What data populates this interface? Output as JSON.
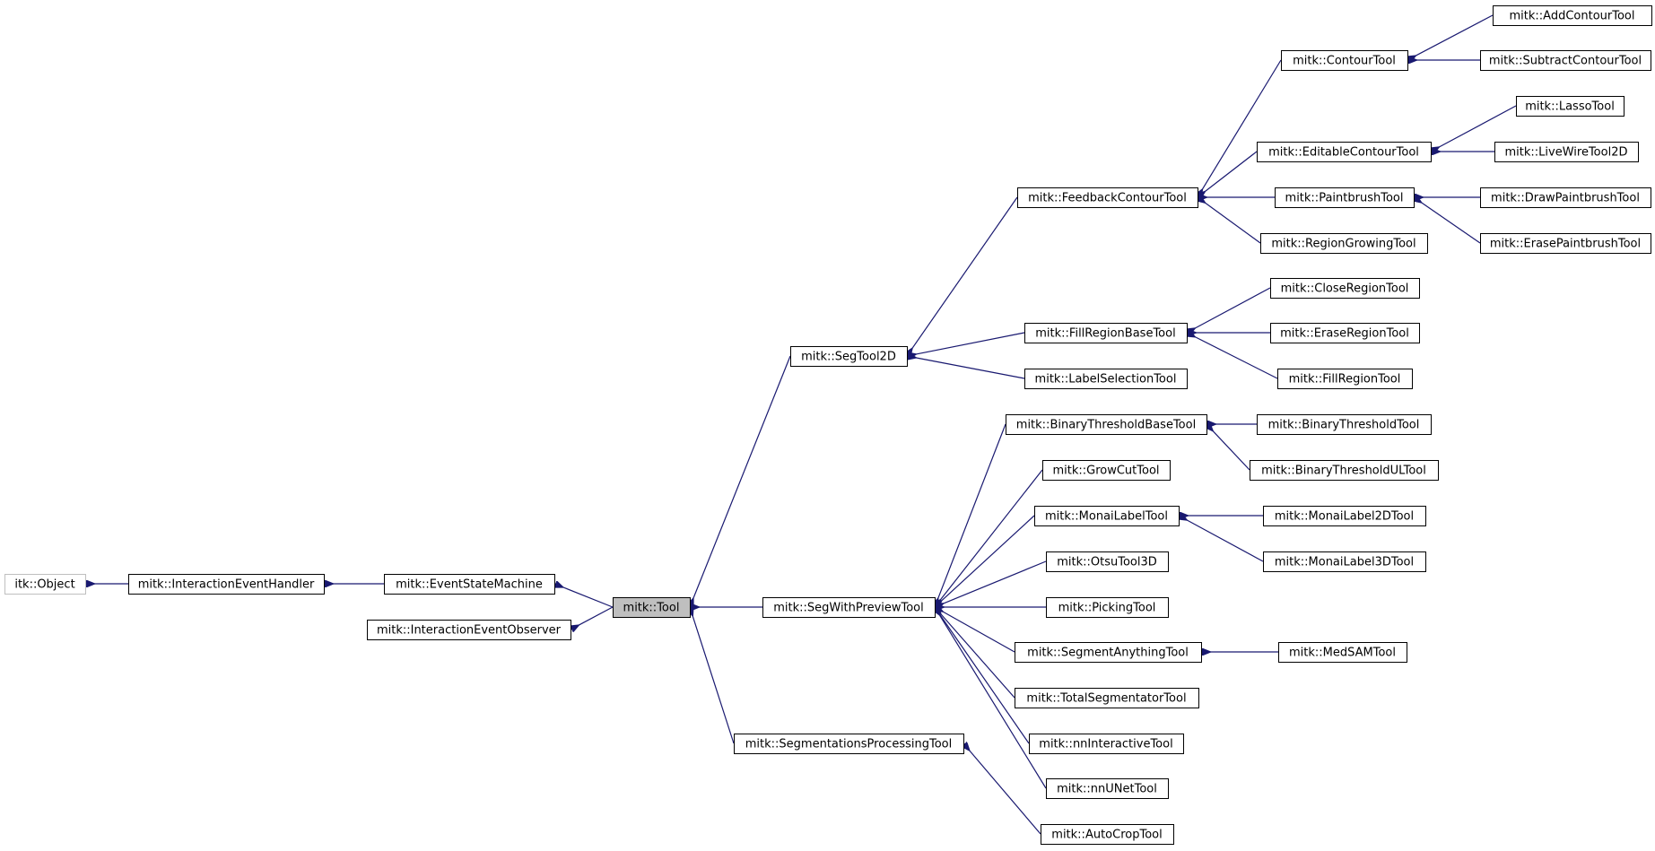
{
  "diagram": {
    "nodes": [
      {
        "id": "itk_object",
        "label": "itk::Object",
        "style": "grey"
      },
      {
        "id": "interaction_event_handler",
        "label": "mitk::InteractionEventHandler"
      },
      {
        "id": "event_state_machine",
        "label": "mitk::EventStateMachine"
      },
      {
        "id": "interaction_event_observer",
        "label": "mitk::InteractionEventObserver"
      },
      {
        "id": "tool",
        "label": "mitk::Tool",
        "style": "current"
      },
      {
        "id": "seg_tool_2d",
        "label": "mitk::SegTool2D"
      },
      {
        "id": "seg_with_preview_tool",
        "label": "mitk::SegWithPreviewTool"
      },
      {
        "id": "segmentations_processing_tool",
        "label": "mitk::SegmentationsProcessingTool"
      },
      {
        "id": "feedback_contour_tool",
        "label": "mitk::FeedbackContourTool"
      },
      {
        "id": "fill_region_base_tool",
        "label": "mitk::FillRegionBaseTool"
      },
      {
        "id": "label_selection_tool",
        "label": "mitk::LabelSelectionTool"
      },
      {
        "id": "contour_tool",
        "label": "mitk::ContourTool"
      },
      {
        "id": "editable_contour_tool",
        "label": "mitk::EditableContourTool"
      },
      {
        "id": "paintbrush_tool",
        "label": "mitk::PaintbrushTool"
      },
      {
        "id": "region_growing_tool",
        "label": "mitk::RegionGrowingTool"
      },
      {
        "id": "add_contour_tool",
        "label": "mitk::AddContourTool"
      },
      {
        "id": "subtract_contour_tool",
        "label": "mitk::SubtractContourTool"
      },
      {
        "id": "lasso_tool",
        "label": "mitk::LassoTool"
      },
      {
        "id": "live_wire_tool_2d",
        "label": "mitk::LiveWireTool2D"
      },
      {
        "id": "draw_paintbrush_tool",
        "label": "mitk::DrawPaintbrushTool"
      },
      {
        "id": "erase_paintbrush_tool",
        "label": "mitk::ErasePaintbrushTool"
      },
      {
        "id": "close_region_tool",
        "label": "mitk::CloseRegionTool"
      },
      {
        "id": "erase_region_tool",
        "label": "mitk::EraseRegionTool"
      },
      {
        "id": "fill_region_tool",
        "label": "mitk::FillRegionTool"
      },
      {
        "id": "binary_threshold_base_tool",
        "label": "mitk::BinaryThresholdBaseTool"
      },
      {
        "id": "grow_cut_tool",
        "label": "mitk::GrowCutTool"
      },
      {
        "id": "monai_label_tool",
        "label": "mitk::MonaiLabelTool"
      },
      {
        "id": "otsu_tool_3d",
        "label": "mitk::OtsuTool3D"
      },
      {
        "id": "picking_tool",
        "label": "mitk::PickingTool"
      },
      {
        "id": "segment_anything_tool",
        "label": "mitk::SegmentAnythingTool"
      },
      {
        "id": "total_segmentator_tool",
        "label": "mitk::TotalSegmentatorTool"
      },
      {
        "id": "nn_interactive_tool",
        "label": "mitk::nnInteractiveTool"
      },
      {
        "id": "nn_unet_tool",
        "label": "mitk::nnUNetTool"
      },
      {
        "id": "binary_threshold_tool",
        "label": "mitk::BinaryThresholdTool"
      },
      {
        "id": "binary_threshold_ul_tool",
        "label": "mitk::BinaryThresholdULTool"
      },
      {
        "id": "monai_label_2d_tool",
        "label": "mitk::MonaiLabel2DTool"
      },
      {
        "id": "monai_label_3d_tool",
        "label": "mitk::MonaiLabel3DTool"
      },
      {
        "id": "med_sam_tool",
        "label": "mitk::MedSAMTool"
      },
      {
        "id": "auto_crop_tool",
        "label": "mitk::AutoCropTool"
      }
    ],
    "edges": [
      {
        "parent": "itk_object",
        "child": "interaction_event_handler"
      },
      {
        "parent": "interaction_event_handler",
        "child": "event_state_machine"
      },
      {
        "parent": "event_state_machine",
        "child": "tool"
      },
      {
        "parent": "interaction_event_observer",
        "child": "tool"
      },
      {
        "parent": "tool",
        "child": "seg_tool_2d"
      },
      {
        "parent": "tool",
        "child": "seg_with_preview_tool"
      },
      {
        "parent": "tool",
        "child": "segmentations_processing_tool"
      },
      {
        "parent": "seg_tool_2d",
        "child": "feedback_contour_tool"
      },
      {
        "parent": "seg_tool_2d",
        "child": "fill_region_base_tool"
      },
      {
        "parent": "seg_tool_2d",
        "child": "label_selection_tool"
      },
      {
        "parent": "feedback_contour_tool",
        "child": "contour_tool"
      },
      {
        "parent": "feedback_contour_tool",
        "child": "editable_contour_tool"
      },
      {
        "parent": "feedback_contour_tool",
        "child": "paintbrush_tool"
      },
      {
        "parent": "feedback_contour_tool",
        "child": "region_growing_tool"
      },
      {
        "parent": "contour_tool",
        "child": "add_contour_tool"
      },
      {
        "parent": "contour_tool",
        "child": "subtract_contour_tool"
      },
      {
        "parent": "editable_contour_tool",
        "child": "lasso_tool"
      },
      {
        "parent": "editable_contour_tool",
        "child": "live_wire_tool_2d"
      },
      {
        "parent": "paintbrush_tool",
        "child": "draw_paintbrush_tool"
      },
      {
        "parent": "paintbrush_tool",
        "child": "erase_paintbrush_tool"
      },
      {
        "parent": "fill_region_base_tool",
        "child": "close_region_tool"
      },
      {
        "parent": "fill_region_base_tool",
        "child": "erase_region_tool"
      },
      {
        "parent": "fill_region_base_tool",
        "child": "fill_region_tool"
      },
      {
        "parent": "seg_with_preview_tool",
        "child": "binary_threshold_base_tool"
      },
      {
        "parent": "seg_with_preview_tool",
        "child": "grow_cut_tool"
      },
      {
        "parent": "seg_with_preview_tool",
        "child": "monai_label_tool"
      },
      {
        "parent": "seg_with_preview_tool",
        "child": "otsu_tool_3d"
      },
      {
        "parent": "seg_with_preview_tool",
        "child": "picking_tool"
      },
      {
        "parent": "seg_with_preview_tool",
        "child": "segment_anything_tool"
      },
      {
        "parent": "seg_with_preview_tool",
        "child": "total_segmentator_tool"
      },
      {
        "parent": "seg_with_preview_tool",
        "child": "nn_interactive_tool"
      },
      {
        "parent": "seg_with_preview_tool",
        "child": "nn_unet_tool"
      },
      {
        "parent": "binary_threshold_base_tool",
        "child": "binary_threshold_tool"
      },
      {
        "parent": "binary_threshold_base_tool",
        "child": "binary_threshold_ul_tool"
      },
      {
        "parent": "monai_label_tool",
        "child": "monai_label_2d_tool"
      },
      {
        "parent": "monai_label_tool",
        "child": "monai_label_3d_tool"
      },
      {
        "parent": "segment_anything_tool",
        "child": "med_sam_tool"
      },
      {
        "parent": "segmentations_processing_tool",
        "child": "auto_crop_tool"
      }
    ]
  }
}
